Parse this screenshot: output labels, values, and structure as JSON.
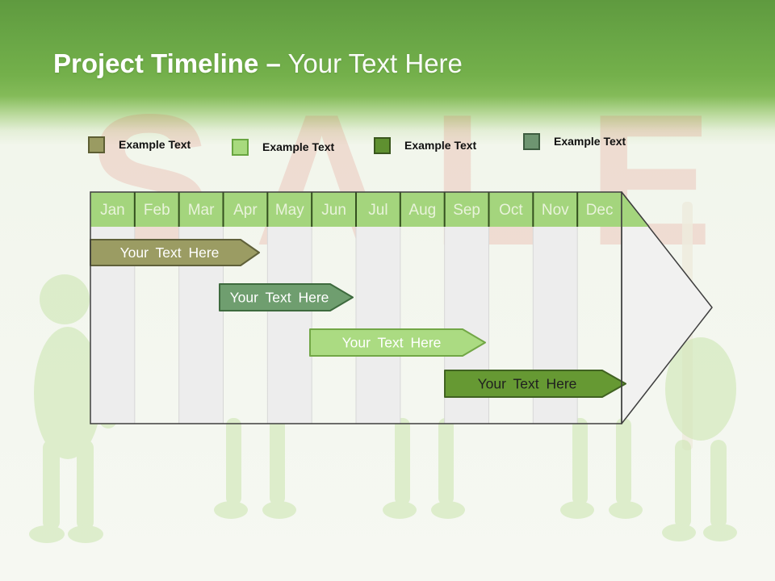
{
  "slide_title": {
    "primary": "Project Timeline",
    "separator": "–",
    "secondary": "Your Text Here"
  },
  "legend": {
    "items": [
      {
        "label": "Example Text",
        "swatch_color": "#9a9b62",
        "swatch_border": "#5d5e33"
      },
      {
        "label": "Example Text",
        "swatch_color": "#a8da7e",
        "swatch_border": "#69a641"
      },
      {
        "label": "Example Text",
        "swatch_color": "#5f9030",
        "swatch_border": "#3a561d"
      },
      {
        "label": "Example Text",
        "swatch_color": "#6e9571",
        "swatch_border": "#3d5c40"
      }
    ]
  },
  "timeline": {
    "months": [
      "Jan",
      "Feb",
      "Mar",
      "Apr",
      "May",
      "Jun",
      "Jul",
      "Aug",
      "Sep",
      "Oct",
      "Nov",
      "Dec"
    ],
    "header_color": "#a4d57d",
    "body_stripe_colors": [
      "#eeeeee",
      "#ffffff"
    ],
    "arrow_fill": "#f1f1f0",
    "outline_color": "#3e3e3e",
    "bars": [
      {
        "label": "Your Text Here",
        "fill": "#9b9c63",
        "border": "#60613a",
        "text_color": "#ffffff",
        "start_month": 0.0,
        "end_month": 3.8
      },
      {
        "label": "Your Text Here",
        "fill": "#6f9e6f",
        "border": "#3e6a3e",
        "text_color": "#ffffff",
        "start_month": 2.9,
        "end_month": 5.9
      },
      {
        "label": "Your Text Here",
        "fill": "#abdb82",
        "border": "#72a746",
        "text_color": "#ffffff",
        "start_month": 5.0,
        "end_month": 8.9
      },
      {
        "label": "Your Text Here",
        "fill": "#669933",
        "border": "#406221",
        "text_color": "#1f1f1f",
        "start_month": 8.0,
        "end_month": 12.1
      }
    ]
  },
  "watermark": {
    "sale_text": "SALE"
  }
}
